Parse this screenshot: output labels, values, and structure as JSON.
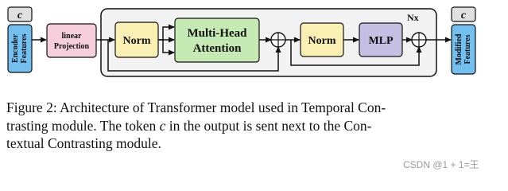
{
  "diagram": {
    "token_symbol": "c",
    "input_label_line1": "Encoder",
    "input_label_line2": "Features",
    "proj_line1": "linear",
    "proj_line2": "Projection",
    "norm1": "Norm",
    "mha_line1": "Multi-Head",
    "mha_line2": "Attention",
    "norm2": "Norm",
    "mlp": "MLP",
    "repeat": "Nx",
    "output_label_line1": "Modified",
    "output_label_line2": "Features",
    "colors": {
      "io_blue": "#72bff0",
      "token_gray": "#e0e0e0",
      "proj_pink": "#f7cfdc",
      "norm_yellow": "#fbf0b3",
      "mha_green": "#c6eab3",
      "mlp_purple": "#c5bfe4",
      "block_bg": "#f3f3f3"
    }
  },
  "caption": {
    "line1": "Figure 2: Architecture of Transformer model used in Temporal Con-",
    "line2_a": "trasting module.  The token ",
    "line2_var": "c",
    "line2_b": " in the output is sent next to the Con-",
    "line3": "textual Contrasting module."
  },
  "watermark": "CSDN @1 + 1=王"
}
